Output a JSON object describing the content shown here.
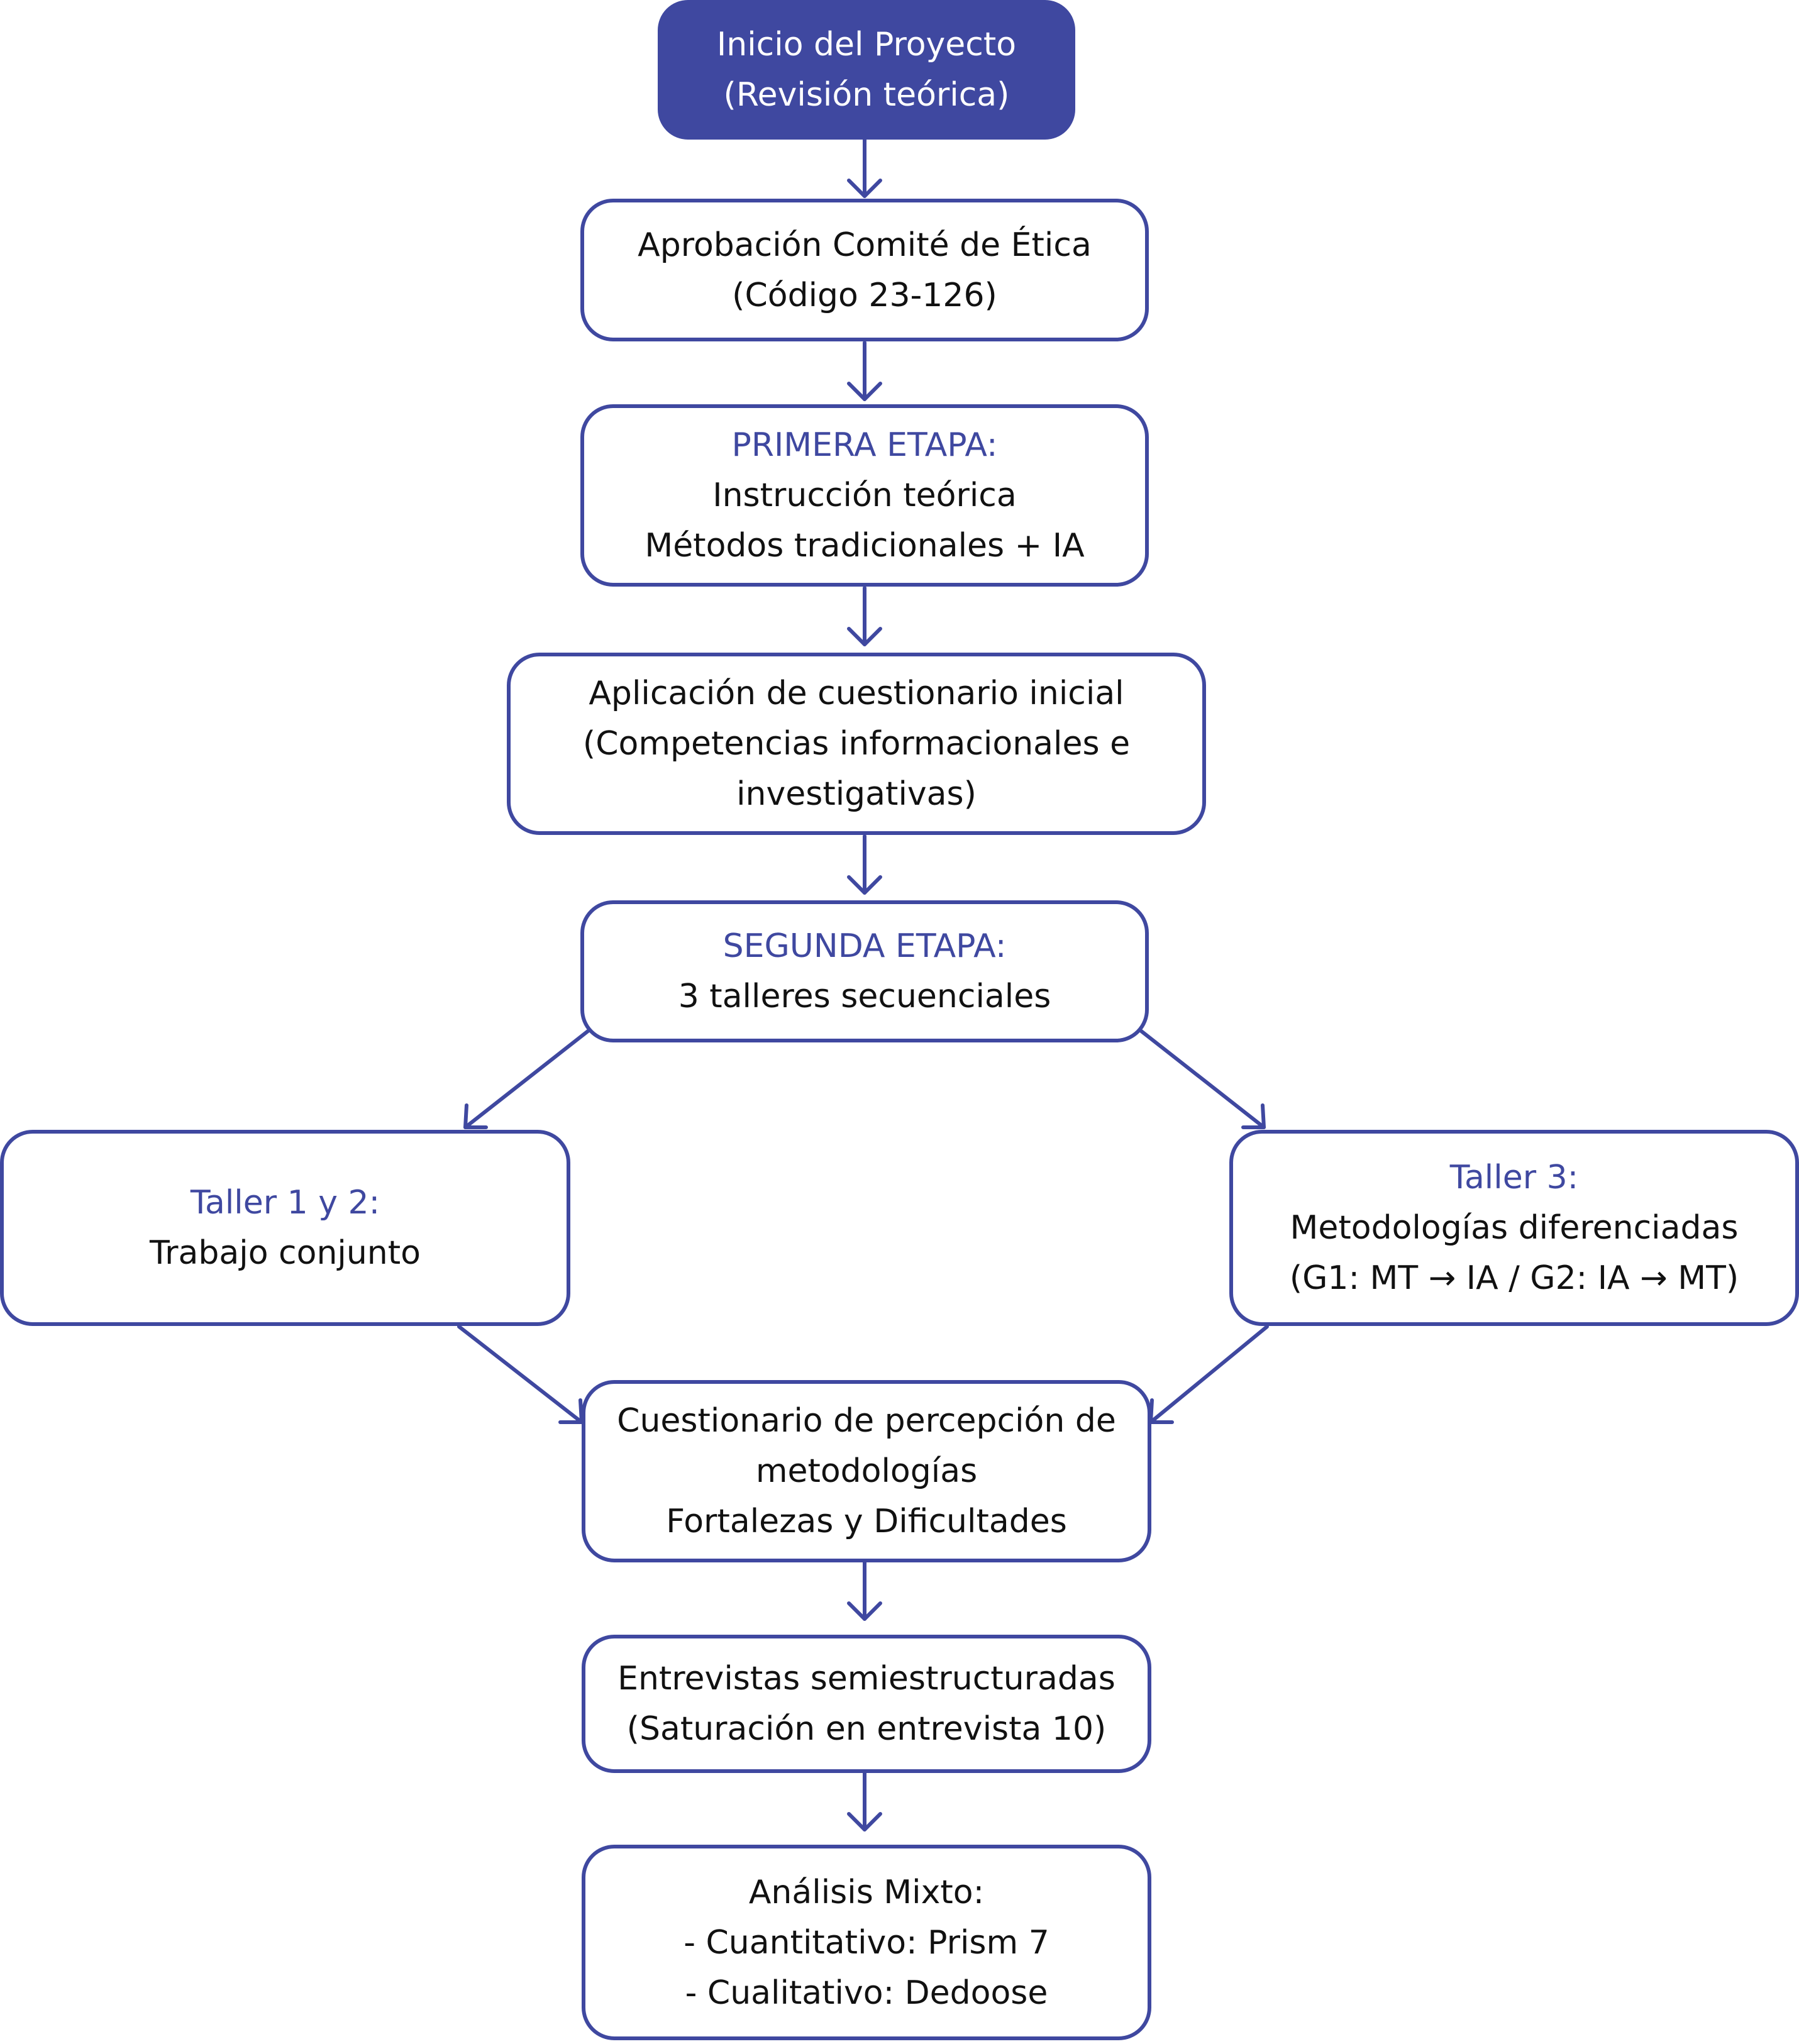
{
  "colors": {
    "accent": "#3f48a0",
    "text": "#111111",
    "background": "#ffffff"
  },
  "nodes": {
    "inicio": {
      "lines": [
        "Inicio del Proyecto",
        "(Revisión teórica)"
      ]
    },
    "etica": {
      "lines": [
        "Aprobación Comité de Ética",
        "(Código 23-126)"
      ]
    },
    "primera": {
      "heading": "PRIMERA ETAPA:",
      "lines": [
        "Instrucción teórica",
        "Métodos tradicionales + IA"
      ]
    },
    "cuestionario_inicial": {
      "lines": [
        "Aplicación de cuestionario inicial",
        "(Competencias informacionales e",
        "investigativas)"
      ]
    },
    "segunda": {
      "heading": "SEGUNDA ETAPA:",
      "lines": [
        "3 talleres secuenciales"
      ]
    },
    "taller12": {
      "heading": "Taller 1 y 2:",
      "lines": [
        "Trabajo conjunto"
      ]
    },
    "taller3": {
      "heading": "Taller 3:",
      "lines": [
        "Metodologías diferenciadas",
        "(G1: MT → IA / G2: IA → MT)"
      ]
    },
    "percepcion": {
      "lines": [
        "Cuestionario de percepción de",
        "metodologías",
        "Fortalezas y Dificultades"
      ]
    },
    "entrevistas": {
      "lines": [
        "Entrevistas semiestructuradas",
        "(Saturación en entrevista 10)"
      ]
    },
    "analisis": {
      "lines": [
        "Análisis Mixto:",
        "- Cuantitativo: Prism 7",
        "- Cualitativo: Dedoose"
      ]
    }
  }
}
